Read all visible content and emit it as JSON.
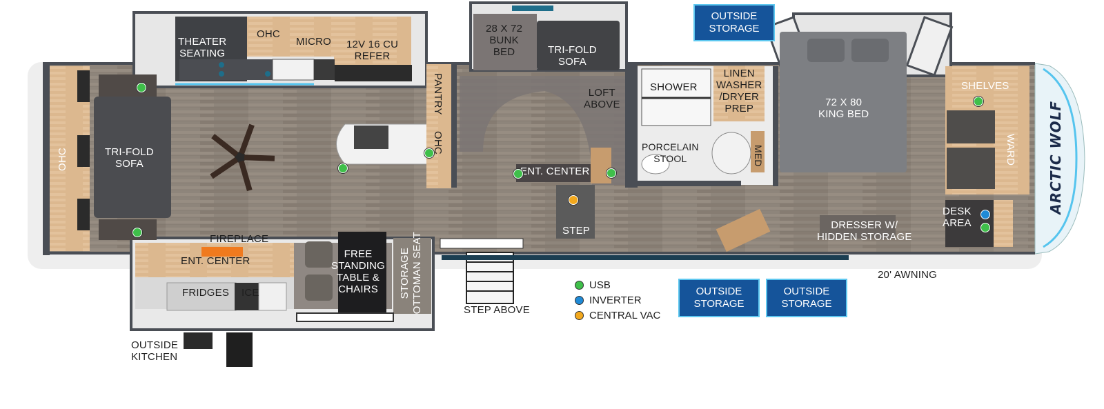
{
  "brand": "ARCTIC WOLF",
  "rooms": {
    "theater_seating": "THEATER\nSEATING",
    "ohc_kitchen": "OHC",
    "micro": "MICRO",
    "refer": "12V 16 CU\nREFER",
    "bunk_bed": "28 X 72\nBUNK\nBED",
    "bunk_sofa": "TRI-FOLD\nSOFA",
    "pantry": "PANTRY",
    "ohc_island": "OHC",
    "loft": "LOFT\nABOVE",
    "ent_center_mid": "ENT. CENTER",
    "step": "STEP",
    "ohc_front": "OHC",
    "trifold_sofa": "TRI-FOLD\nSOFA",
    "fireplace": "FIREPLACE",
    "ent_center_front": "ENT. CENTER",
    "fridges": "FRIDGES",
    "ice": "ICE",
    "table": "FREE\nSTANDING\nTABLE &\nCHAIRS",
    "ottoman": "STORAGE\nOTTOMAN SEAT",
    "step_above": "STEP ABOVE",
    "outside_kitchen": "OUTSIDE\nKITCHEN",
    "shower": "SHOWER",
    "linen": "LINEN\nWASHER\n/DRYER\nPREP",
    "porcelain": "PORCELAIN\nSTOOL",
    "med": "MED",
    "king_bed": "72 X 80\nKING BED",
    "shelves": "SHELVES",
    "ward": "WARD",
    "desk": "DESK\nAREA",
    "dresser": "DRESSER W/\nHIDDEN STORAGE",
    "awning": "20' AWNING"
  },
  "outside_storage": [
    "OUTSIDE\nSTORAGE",
    "OUTSIDE\nSTORAGE",
    "OUTSIDE\nSTORAGE"
  ],
  "legend": [
    {
      "label": "USB",
      "color": "#3fbf4a"
    },
    {
      "label": "INVERTER",
      "color": "#1f8ad6"
    },
    {
      "label": "CENTRAL VAC",
      "color": "#f2a81d"
    }
  ],
  "colors": {
    "wall": "#4a4e55",
    "floor": "#8d8378",
    "cabinet": "#d9b58c",
    "sofa": "#4b4c50",
    "carpet": "#7b7574",
    "bed": "#7d7f83",
    "outside_storage": "#15549a",
    "usb": "#3fbf4a",
    "inverter": "#1f8ad6",
    "central_vac": "#f2a81d"
  }
}
